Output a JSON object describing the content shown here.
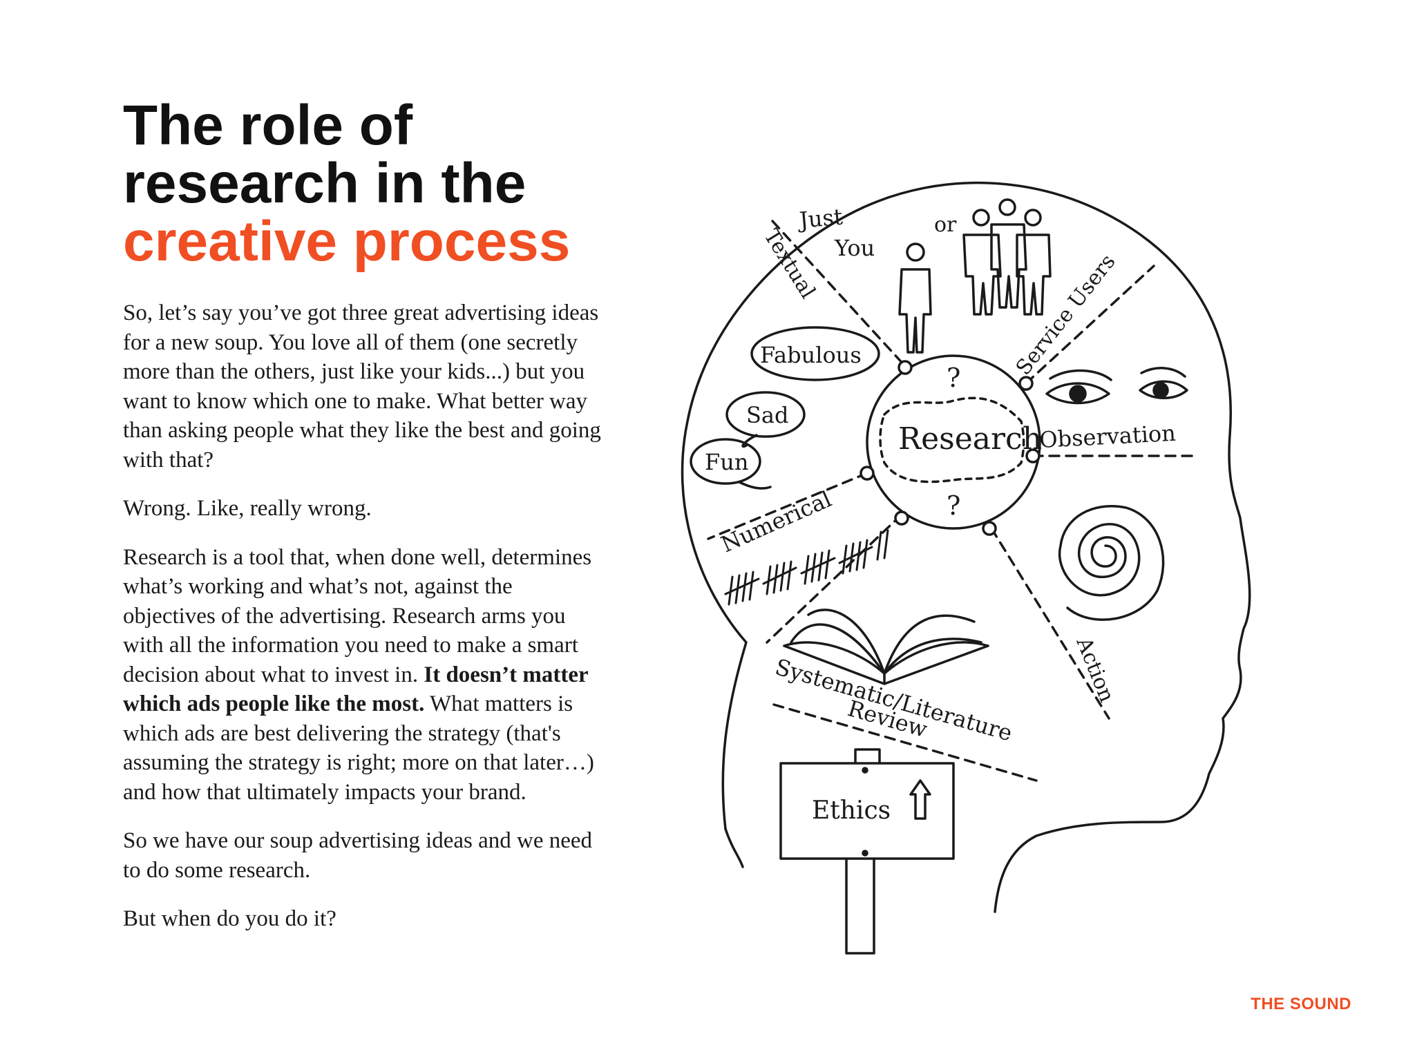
{
  "title": {
    "line1": "The role of",
    "line2": "research in the",
    "accent": "creative process"
  },
  "body": {
    "p1": "So, let’s say you’ve got three great advertising ideas for a new soup. You love all of them (one secretly more than the others, just like your kids...) but you want to know which one to make. What better way than asking people what they like the best and going with that?",
    "p2": "Wrong. Like, really wrong.",
    "p3_start": "Research is a tool that, when done well, determines what’s working and what’s not, against the objectives of the advertising. Research arms you with all the information you need to make a smart decision about what to invest in. ",
    "p3_bold": "It doesn’t matter which ads people like the most.",
    "p3_end": " What matters is which ads are best delivering the strategy (that's assuming the strategy is right; more on that later…) and how that ultimately impacts your brand.",
    "p4": "So we have our soup advertising ideas and we need to do some research.",
    "p5": "But when do you do it?"
  },
  "brand": "THE SOUND",
  "illustration": {
    "center": "Research",
    "q_top": "?",
    "q_bottom": "?",
    "just": "Just",
    "you": "You",
    "or": "or",
    "textual": "Textual",
    "service_users": "Service Users",
    "observation": "Observation",
    "fabulous": "Fabulous",
    "sad": "Sad",
    "fun": "Fun",
    "numerical": "Numerical",
    "systematic": "Systematic/Literature",
    "review": "Review",
    "action": "Action",
    "ethics": "Ethics"
  },
  "colors": {
    "accent": "#f04e23",
    "text": "#111111"
  }
}
